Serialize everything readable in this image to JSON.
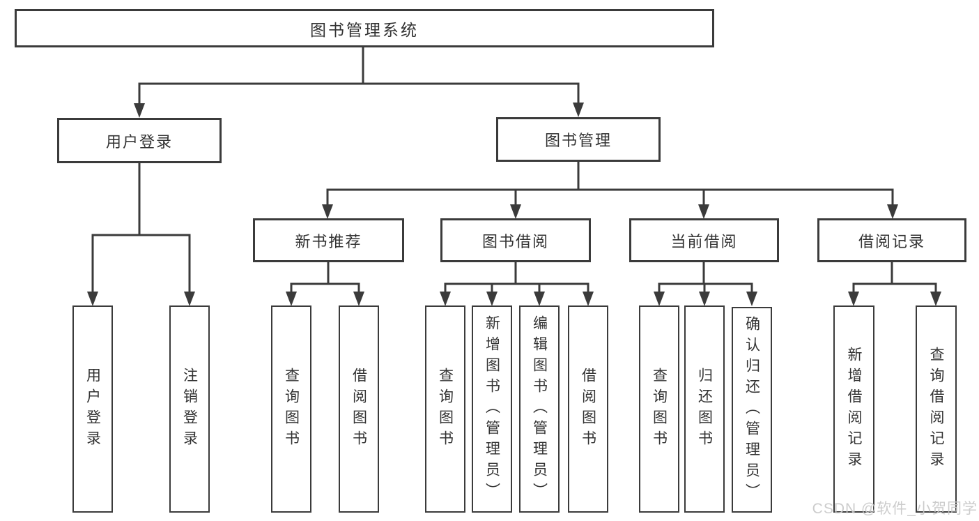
{
  "diagram_type": "hierarchy-tree",
  "tree": {
    "label": "图书管理系统",
    "children": [
      {
        "label": "用户登录",
        "children": [
          {
            "label": "用户登录"
          },
          {
            "label": "注销登录"
          }
        ]
      },
      {
        "label": "图书管理",
        "children": [
          {
            "label": "新书推荐",
            "children": [
              {
                "label": "查询图书"
              },
              {
                "label": "借阅图书"
              }
            ]
          },
          {
            "label": "图书借阅",
            "children": [
              {
                "label": "查询图书"
              },
              {
                "label": "新增图书（管理员）"
              },
              {
                "label": "编辑图书（管理员）"
              },
              {
                "label": "借阅图书"
              }
            ]
          },
          {
            "label": "当前借阅",
            "children": [
              {
                "label": "查询图书"
              },
              {
                "label": "归还图书"
              },
              {
                "label": "确认归还（管理员）"
              }
            ]
          },
          {
            "label": "借阅记录",
            "children": [
              {
                "label": "新增借阅记录"
              },
              {
                "label": "查询借阅记录"
              }
            ]
          }
        ]
      }
    ]
  },
  "watermark": {
    "text": "CSDN @软件_小贺同学"
  },
  "colors": {
    "background": "#ffffff",
    "line": "#3b3b3b",
    "box_fill": "#ffffff",
    "text": "#333333",
    "watermark": "#c8c8c8"
  }
}
